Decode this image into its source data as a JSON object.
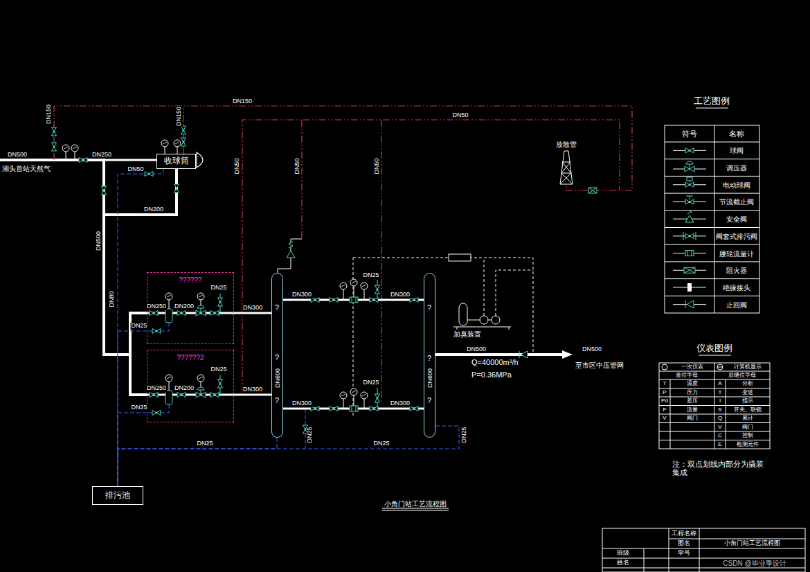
{
  "diagram": {
    "caption": "小角门站工艺流程图",
    "nodes": [
      {
        "text": [
          "收球筒"
        ]
      },
      {
        "text": [
          "??????"
        ]
      },
      {
        "text": [
          "??????2"
        ]
      },
      {
        "text": [
          "DN600"
        ]
      },
      {
        "text": [
          "DN600"
        ]
      },
      {
        "text": [
          "排污池"
        ]
      }
    ],
    "edges": [
      {
        "from": 0,
        "to": 1,
        "arrow": "none"
      },
      {
        "from": 0,
        "to": 2,
        "arrow": "none"
      },
      {
        "from": 1,
        "to": 3,
        "arrow": "none",
        "label": "DN300"
      },
      {
        "from": 2,
        "to": 3,
        "arrow": "none",
        "label": "DN300"
      },
      {
        "from": 3,
        "to": 4,
        "arrow": "none",
        "label": "DN300"
      },
      {
        "from": 3,
        "to": 4,
        "arrow": "none",
        "label": "DN300"
      },
      {
        "from": 0,
        "to": 5,
        "arrow": "none"
      },
      {
        "from": 1,
        "to": 5,
        "arrow": "none"
      },
      {
        "from": 2,
        "to": 5,
        "arrow": "none"
      },
      {
        "from": 3,
        "to": 5,
        "arrow": "none"
      },
      {
        "from": 4,
        "to": 5,
        "arrow": "none"
      }
    ],
    "labels": [
      "DN500",
      "湖头首站天然气",
      "DN150",
      "DN150",
      "DN150",
      "DN50",
      "DN250",
      "DN50",
      "DN200",
      "DN500",
      "DN50",
      "DN50",
      "DN50",
      "DN80",
      "放散管",
      "DN25",
      "DN250",
      "DN200",
      "DN25",
      "DN25",
      "DN250",
      "DN200",
      "DN25",
      "?",
      "?",
      "?",
      "?",
      "?",
      "?",
      "DN300",
      "DN25",
      "DN25",
      "DN300",
      "DN25",
      "DN25",
      "DN25",
      "DN25",
      "加臭装置",
      "DN500",
      "DN500",
      "Q=40000m³/h",
      "P=0.36MPa",
      "至市区中压管网",
      "工艺图例",
      "符号",
      "名称",
      "仪表图例",
      "一次仪表",
      "计算机显示",
      "首位字母",
      "后继位字母",
      "T",
      "温度",
      "A",
      "分析",
      "P",
      "压力",
      "T",
      "变送",
      "Pd",
      "差压",
      "I",
      "指示",
      "F",
      "流量",
      "S",
      "开关、联锁",
      "V",
      "阀门",
      "Q",
      "累计",
      "V",
      "阀门",
      "C",
      "控制",
      "E",
      "检测元件",
      "注：双点划线内部分为撬装集成",
      "工程名称",
      "图名",
      "小角门站工艺流程图",
      "学号",
      "班级",
      "姓名",
      "CSDN @毕业季设计"
    ],
    "legend": [
      {
        "text": "球阀"
      },
      {
        "text": "调压器"
      },
      {
        "text": "电动球阀"
      },
      {
        "text": "节流截止阀"
      },
      {
        "text": "安全阀"
      },
      {
        "text": "阀套式排污阀"
      },
      {
        "text": "腰轮流量计"
      },
      {
        "text": "阻火器"
      },
      {
        "text": "绝缘接头"
      },
      {
        "text": "止回阀"
      }
    ]
  }
}
